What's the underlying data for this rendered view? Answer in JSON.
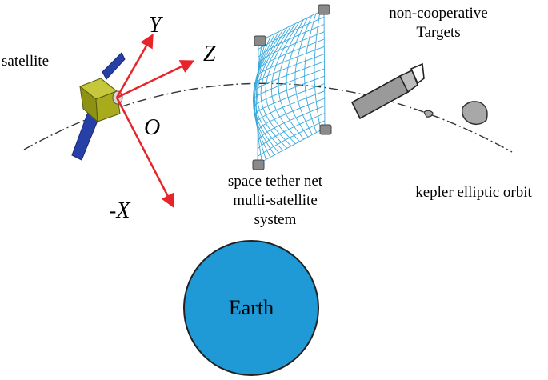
{
  "labels": {
    "satellite": "satellite",
    "targets_line1": "non-cooperative",
    "targets_line2": "Targets",
    "net_line1": "space tether net",
    "net_line2": "multi-satellite",
    "net_line3": "system",
    "orbit": "kepler elliptic orbit",
    "earth": "Earth"
  },
  "axes": {
    "y": "Y",
    "z": "Z",
    "o": "O",
    "neg_x": "-X"
  },
  "colors": {
    "axis_arrow": "#e8242a",
    "earth_fill": "#1f9ad6",
    "net": "#3aa8dd",
    "satellite_body": "#a8ac1c",
    "solar_panel": "#2740a8",
    "debris": "#9a9a9a",
    "orbit_line": "#333333"
  },
  "icons": [
    "satellite-icon",
    "space-debris-icon",
    "tether-node-icon"
  ]
}
